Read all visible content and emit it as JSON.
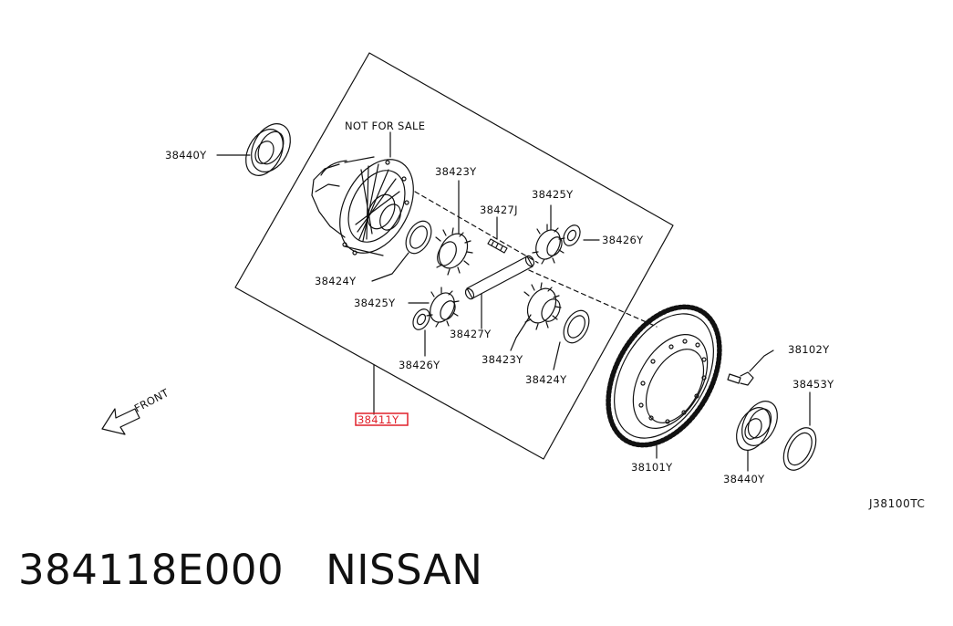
{
  "diagram": {
    "callouts": {
      "bearing_top": "38440Y",
      "not_for_sale": "NOT FOR SALE",
      "pinion_gear_top": "38423Y",
      "pinion_shaft_pin": "38427J",
      "side_gear_right": "38425Y",
      "side_washer_right": "38426Y",
      "thrust_washer_left": "38424Y",
      "side_gear_left": "38425Y",
      "pinion_shaft": "38427Y",
      "pinion_gear_bottom": "38423Y",
      "thrust_washer_bottom": "38424Y",
      "side_washer_left": "38426Y",
      "diff_case": "38411Y",
      "ring_gear_bolt": "38102Y",
      "shim": "38453Y",
      "ring_gear": "38101Y",
      "bearing_bottom": "38440Y"
    },
    "direction_label": "FRONT",
    "diagram_code": "J38100TC",
    "highlight_color": "#e0202a"
  },
  "footer": {
    "part_number": "384118E000",
    "brand": "NISSAN"
  }
}
